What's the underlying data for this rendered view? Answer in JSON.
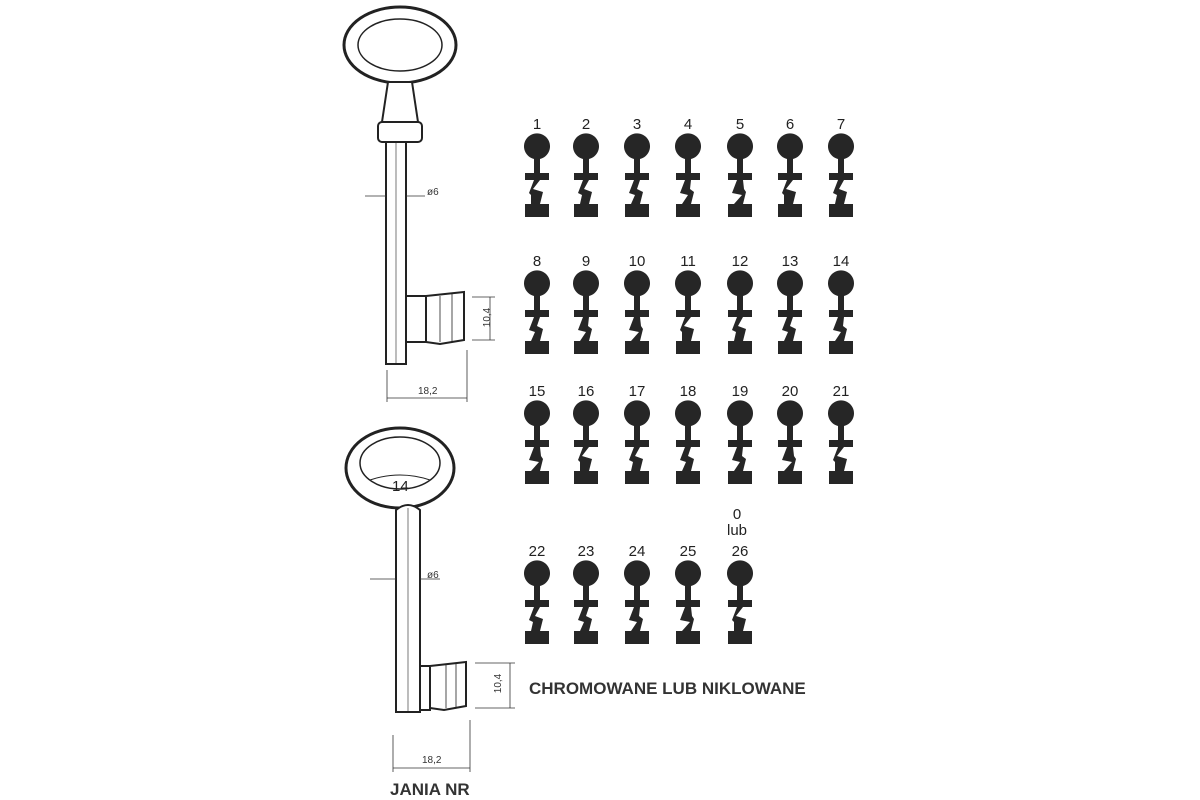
{
  "keys": [
    {
      "name": "key-top",
      "shaft_diameter": "ø6",
      "bit_height": "10,4",
      "bit_length": "18,2"
    },
    {
      "name": "key-bottom",
      "bow_number": "14",
      "shaft_diameter": "ø6",
      "bit_height": "10,4",
      "bit_length": "18,2"
    }
  ],
  "profiles": [
    "1",
    "2",
    "3",
    "4",
    "5",
    "6",
    "7",
    "8",
    "9",
    "10",
    "11",
    "12",
    "13",
    "14",
    "15",
    "16",
    "17",
    "18",
    "19",
    "20",
    "21",
    "22",
    "23",
    "24",
    "25",
    "26"
  ],
  "profile_26_alt": "0\nlub",
  "finish_text": "CHROMOWANE LUB NIKLOWANE",
  "caption": "JANIA NR",
  "colors": {
    "ink": "#222222",
    "outline": "#333333"
  }
}
